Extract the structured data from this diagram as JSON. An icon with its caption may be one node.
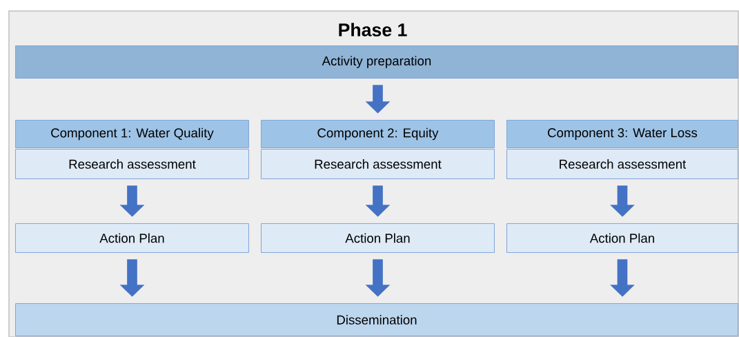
{
  "diagram": {
    "nodes": [
      {
        "text": [
          "Phase 1"
        ]
      },
      {
        "text": [
          "Activity preparation"
        ],
        "in": 0
      },
      {
        "text": [
          "Component 1: Water Quality"
        ],
        "in": 0
      },
      {
        "text": [
          "Component 2: Equity"
        ],
        "in": 0
      },
      {
        "text": [
          "Component 3: Water Loss"
        ],
        "in": 0
      },
      {
        "text": [
          "Research assessment"
        ],
        "in": 0
      },
      {
        "text": [
          "Research assessment"
        ],
        "in": 0
      },
      {
        "text": [
          "Research assessment"
        ],
        "in": 0
      },
      {
        "text": [
          "Action Plan"
        ],
        "in": 0
      },
      {
        "text": [
          "Action Plan"
        ],
        "in": 0
      },
      {
        "text": [
          "Action Plan"
        ],
        "in": 0
      },
      {
        "text": [
          "Dissemination"
        ],
        "in": 0
      }
    ],
    "edges": [
      {
        "from": 1,
        "to": 3,
        "arrow": "to"
      },
      {
        "from": 5,
        "to": 8,
        "arrow": "to"
      },
      {
        "from": 6,
        "to": 9,
        "arrow": "to"
      },
      {
        "from": 7,
        "to": 10,
        "arrow": "to"
      },
      {
        "from": 8,
        "to": 11,
        "arrow": "to"
      },
      {
        "from": 9,
        "to": 11,
        "arrow": "to"
      },
      {
        "from": 10,
        "to": 11,
        "arrow": "to"
      }
    ]
  }
}
